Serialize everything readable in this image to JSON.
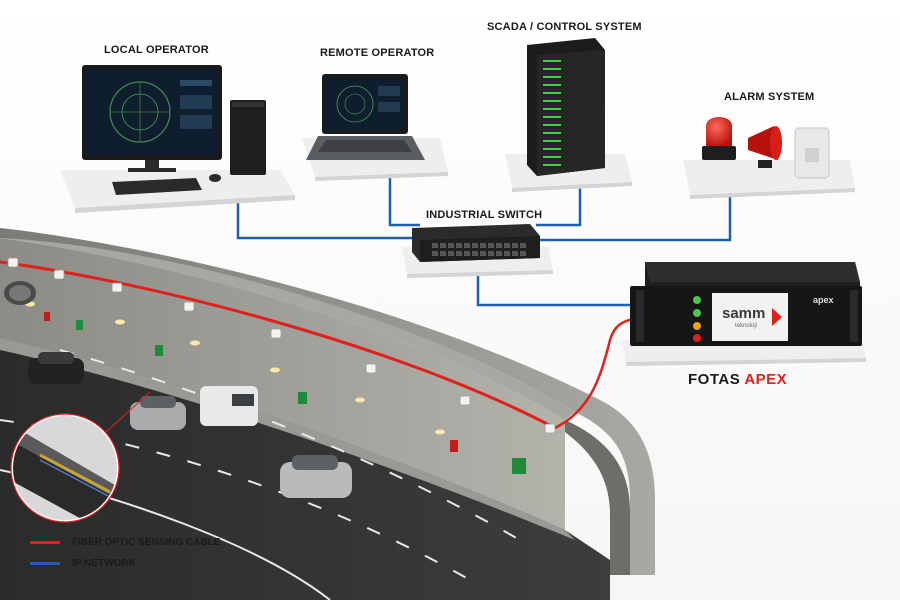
{
  "labels": {
    "local_operator": "LOCAL OPERATOR",
    "remote_operator": "REMOTE OPERATOR",
    "scada": "SCADA / CONTROL SYSTEM",
    "alarm_system": "ALARM SYSTEM",
    "industrial_switch": "INDUSTRIAL SWITCH",
    "fotas_prefix": "FOTAS",
    "fotas_suffix": "APEX"
  },
  "device": {
    "brand_logo": "samm",
    "brand_sub": "teknoloji",
    "model_logo": "apex"
  },
  "legend": {
    "fiber": "FIBER OPTIC SENSING CABLE",
    "ip": "IP NETWORK"
  },
  "colors": {
    "fiber": "#e0201b",
    "ip": "#1f5fb0",
    "apex_accent": "#e0201b"
  }
}
